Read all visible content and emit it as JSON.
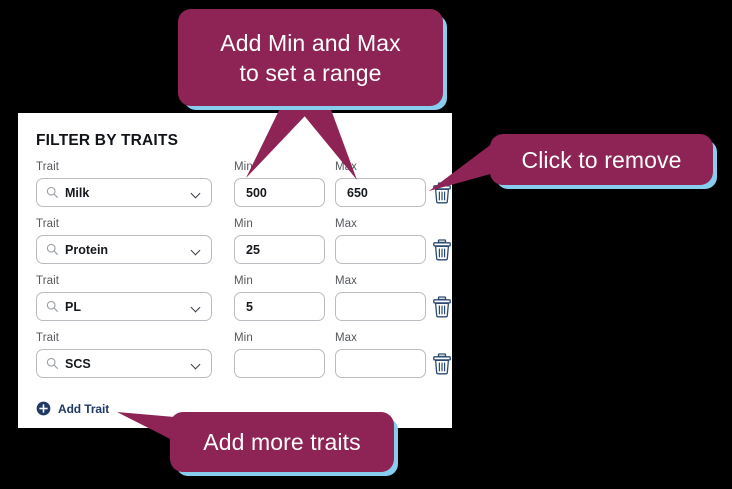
{
  "panel": {
    "title": "FILTER BY TRAITS",
    "labels": {
      "trait": "Trait",
      "min": "Min",
      "max": "Max"
    },
    "rows": [
      {
        "trait": "Milk",
        "min": "500",
        "max": "650",
        "search_icon": "search-icon",
        "chevron_icon": "chevron-down-icon",
        "delete_icon": "trash-icon"
      },
      {
        "trait": "Protein",
        "min": "25",
        "max": "",
        "search_icon": "search-icon",
        "chevron_icon": "chevron-down-icon",
        "delete_icon": "trash-icon"
      },
      {
        "trait": "PL",
        "min": "5",
        "max": "",
        "search_icon": "search-icon",
        "chevron_icon": "chevron-down-icon",
        "delete_icon": "trash-icon"
      },
      {
        "trait": "SCS",
        "min": "",
        "max": "",
        "search_icon": "search-icon",
        "chevron_icon": "chevron-down-icon",
        "delete_icon": "trash-icon"
      }
    ],
    "add_trait": {
      "label": "Add Trait",
      "icon": "plus-circle-icon"
    }
  },
  "callouts": [
    {
      "id": "range",
      "text": "Add Min and Max\nto set a range",
      "line1": "Add Min and Max",
      "line2": "to set a range"
    },
    {
      "id": "remove",
      "text": "Click to remove"
    },
    {
      "id": "add",
      "text": "Add more traits"
    }
  ],
  "colors": {
    "callout_fill": "#8e2455",
    "callout_shadow": "#86cdee",
    "panel_background": "#ffffff",
    "page_background": "#000000",
    "link_navy": "#1f3864",
    "label_gray": "#55585c",
    "input_border": "#b9bcc0"
  }
}
